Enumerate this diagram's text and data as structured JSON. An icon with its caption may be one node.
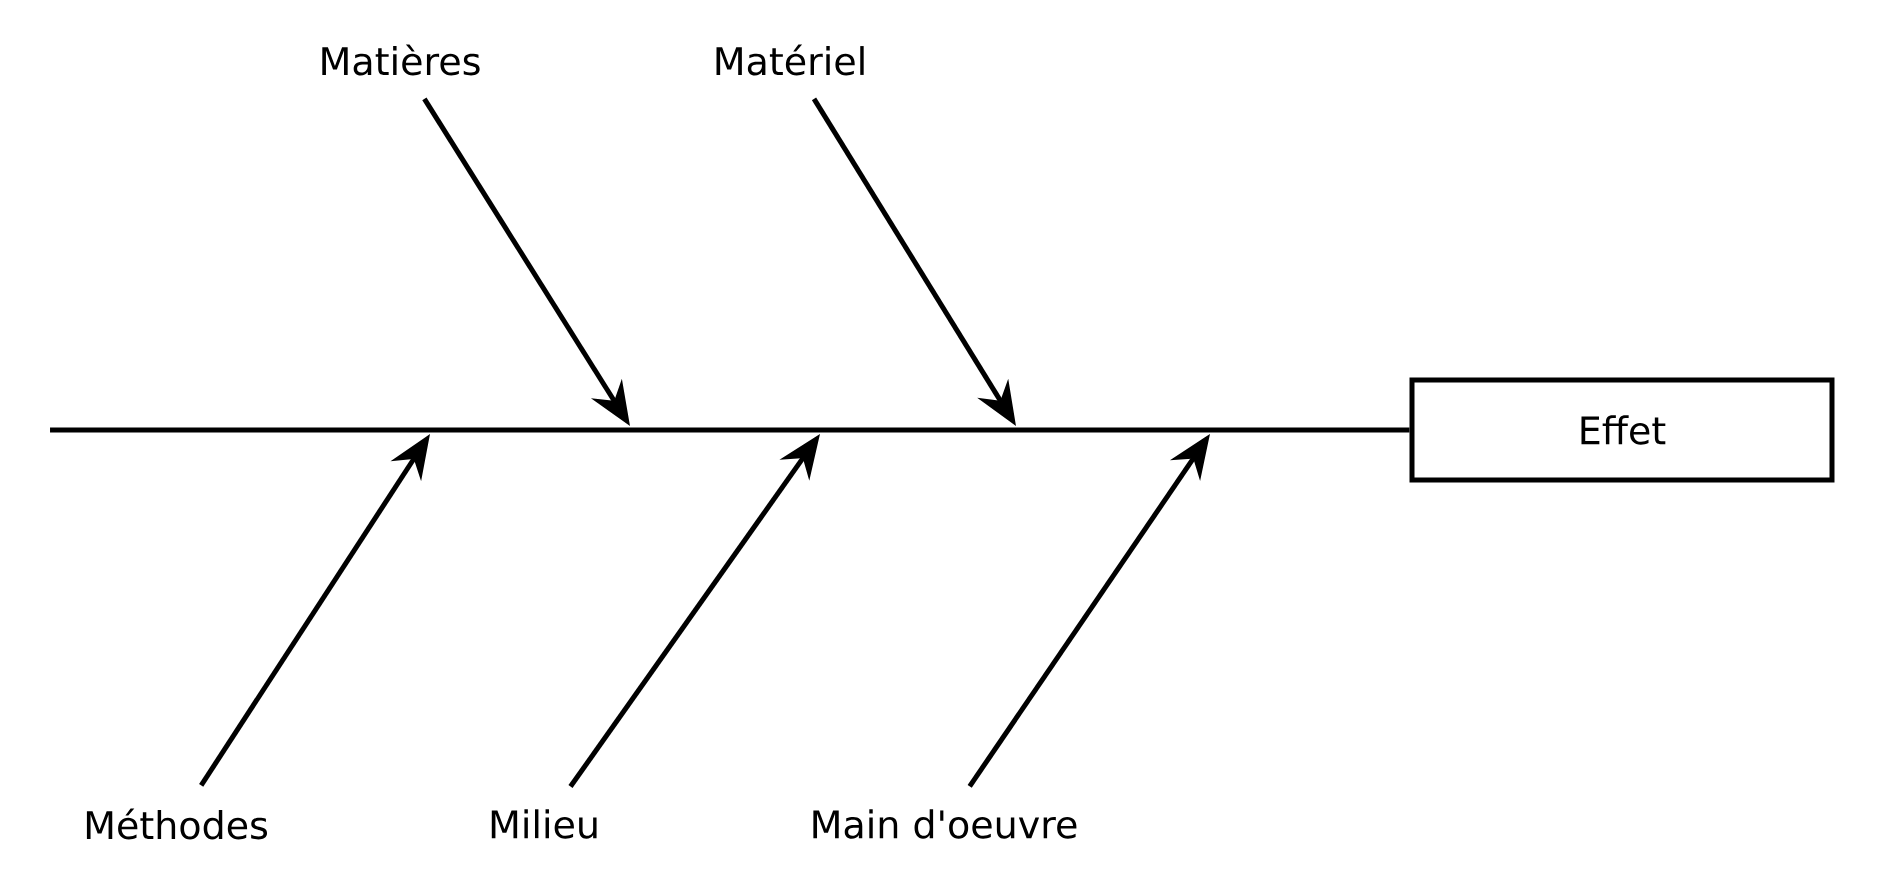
{
  "diagram": {
    "nodes": [
      {
        "text": [
          "Matières"
        ]
      },
      {
        "text": [
          "Matériel"
        ]
      },
      {
        "text": [
          "Effet"
        ]
      },
      {
        "text": [
          "Méthodes"
        ]
      },
      {
        "text": [
          "Milieu"
        ]
      },
      {
        "text": [
          "Main d'oeuvre"
        ]
      }
    ],
    "edges": [
      {
        "from": null,
        "to": 2,
        "arrow": "none"
      },
      {
        "from": 0,
        "to": null,
        "arrow": "to"
      },
      {
        "from": 1,
        "to": null,
        "arrow": "to"
      },
      {
        "from": 3,
        "to": null,
        "arrow": "to"
      },
      {
        "from": 4,
        "to": null,
        "arrow": "to"
      },
      {
        "from": 5,
        "to": null,
        "arrow": "to"
      }
    ]
  }
}
